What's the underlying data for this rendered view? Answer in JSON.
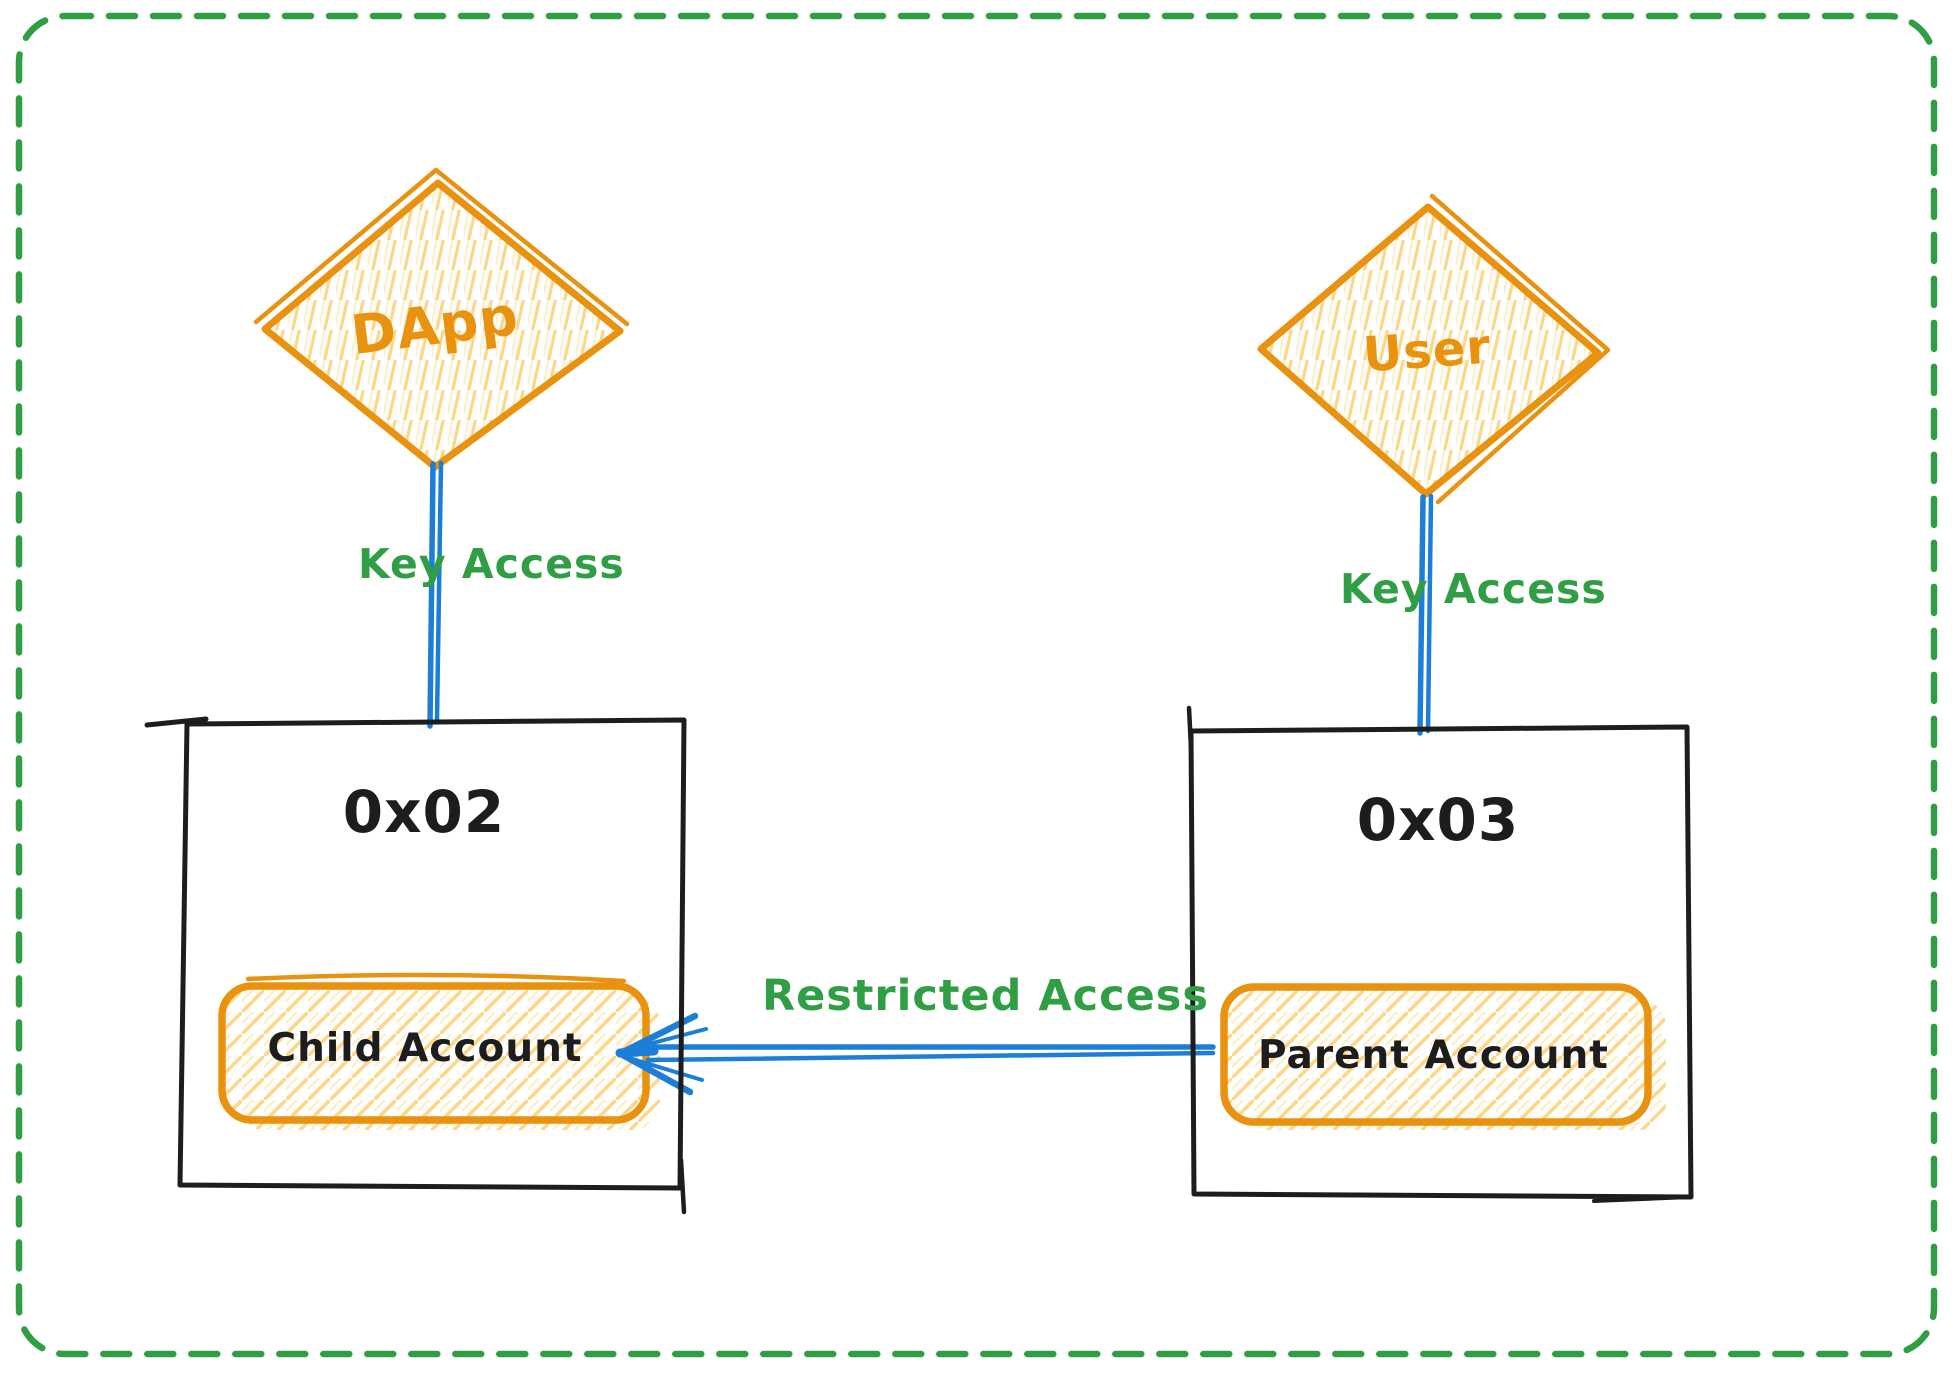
{
  "diagram": {
    "nodes": {
      "dapp": {
        "label": "DApp"
      },
      "user": {
        "label": "User"
      }
    },
    "wallets": {
      "left": {
        "address": "0x02",
        "account_label": "Child Account"
      },
      "right": {
        "address": "0x03",
        "account_label": "Parent Account"
      }
    },
    "edges": {
      "key_access_left": {
        "label": "Key Access"
      },
      "key_access_right": {
        "label": "Key Access"
      },
      "restricted_access": {
        "label": "Restricted Access"
      }
    },
    "colors": {
      "orange": "#e8920f",
      "orange_fill": "#ffd685",
      "orange_fill_light": "#ffedc4",
      "green": "#2f9e44",
      "blue": "#1c7ed6",
      "ink": "#1d1d1d",
      "background": "#ffffff"
    }
  }
}
